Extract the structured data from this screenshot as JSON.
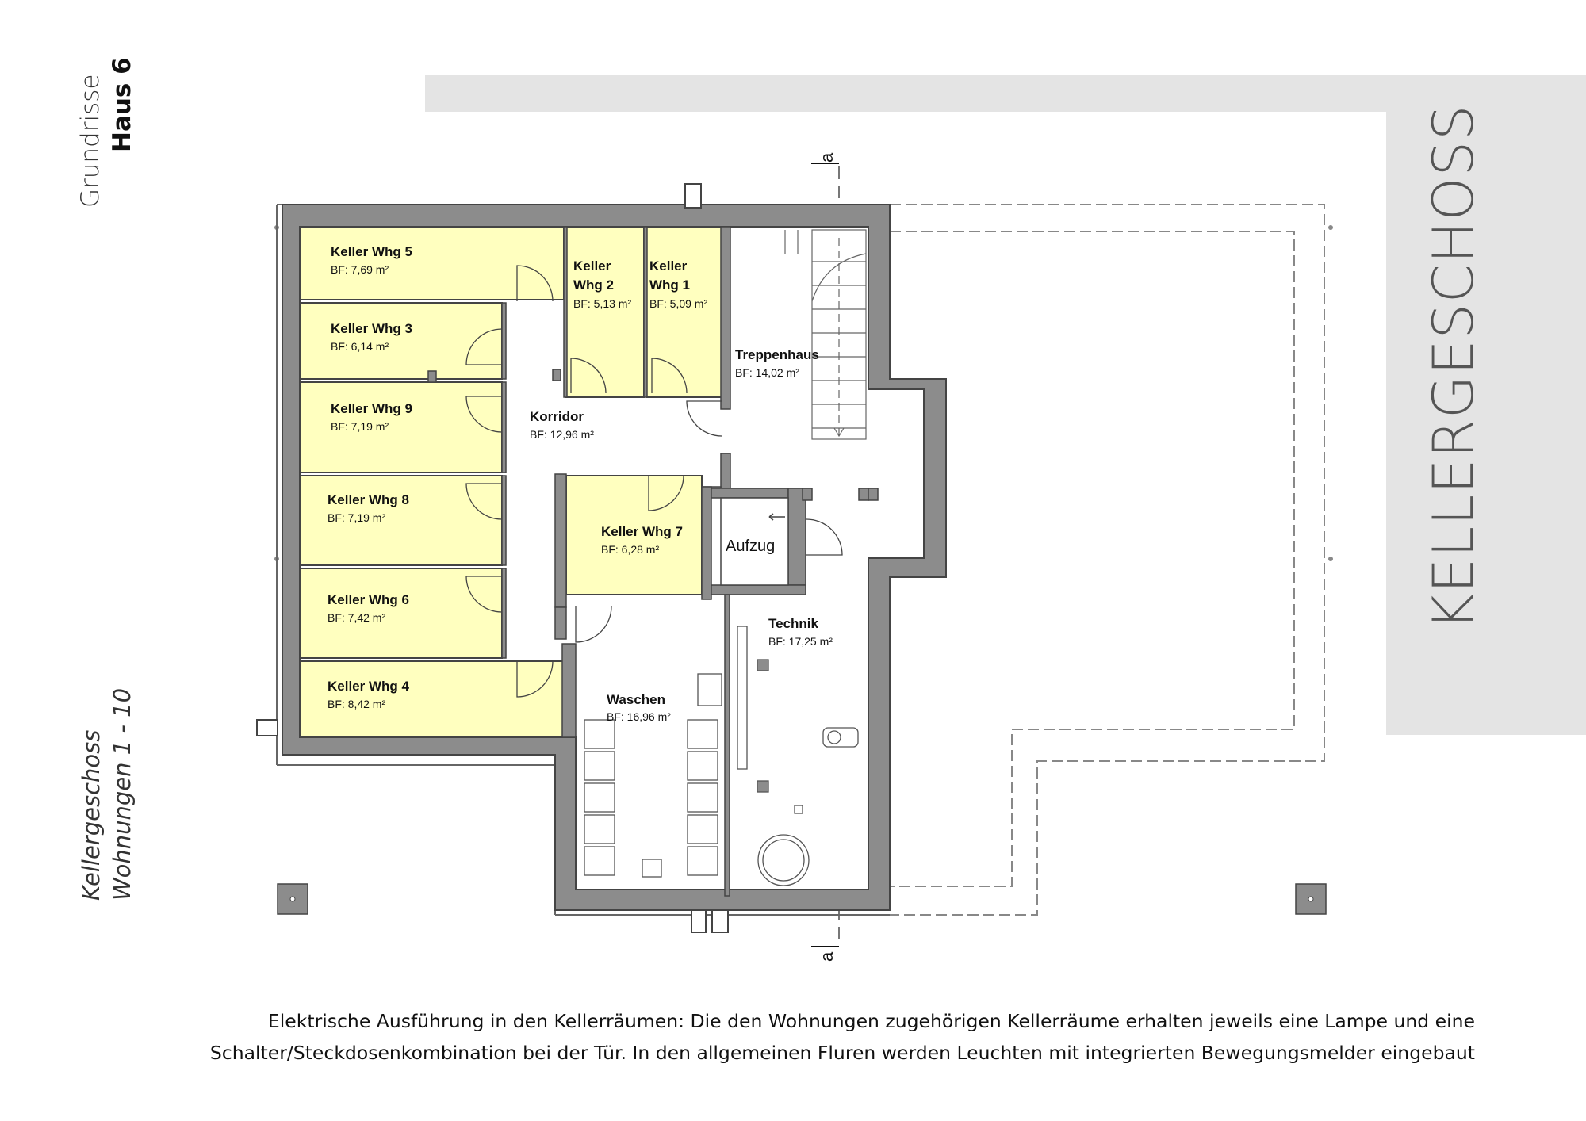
{
  "header": {
    "caption_line1": "Grundrisse",
    "caption_line2": "Haus 6",
    "floor_title": "KELLERGESCHOSS"
  },
  "subcaption": {
    "line1": "Kellergeschoss",
    "line2": "Wohnungen 1 - 10"
  },
  "section_marker": "a",
  "rooms": [
    {
      "name": "Keller Whg 5",
      "area": "BF: 7,69 m²"
    },
    {
      "name_l1": "Keller",
      "name_l2": "Whg 2",
      "area": "BF: 5,13 m²"
    },
    {
      "name_l1": "Keller",
      "name_l2": "Whg 1",
      "area": "BF: 5,09 m²"
    },
    {
      "name": "Keller Whg 3",
      "area": "BF: 6,14 m²"
    },
    {
      "name": "Keller Whg 9",
      "area": "BF: 7,19 m²"
    },
    {
      "name": "Keller Whg 8",
      "area": "BF: 7,19 m²"
    },
    {
      "name": "Keller Whg 6",
      "area": "BF: 7,42 m²"
    },
    {
      "name": "Keller Whg 4",
      "area": "BF: 8,42 m²"
    },
    {
      "name": "Keller Whg 7",
      "area": "BF: 6,28 m²"
    },
    {
      "name": "Treppenhaus",
      "area": "BF: 14,02 m²"
    },
    {
      "name": "Korridor",
      "area": "BF: 12,96 m²"
    },
    {
      "name": "Aufzug"
    },
    {
      "name": "Technik",
      "area": "BF: 17,25 m²"
    },
    {
      "name": "Waschen",
      "area": "BF: 16,96 m²"
    }
  ],
  "footer": {
    "line1": "Elektrische Ausführung in den Kellerräumen: Die den Wohnungen zugehörigen Kellerräume erhalten jeweils eine Lampe und eine",
    "line2": "Schalter/Steckdosenkombination bei der Tür. In den allgemeinen Fluren werden Leuchten mit integrierten Bewegungsmelder eingebaut"
  },
  "colors": {
    "storage_fill": "#ffffbf",
    "wall": "#8c8c8c",
    "panel": "#e4e4e4"
  }
}
